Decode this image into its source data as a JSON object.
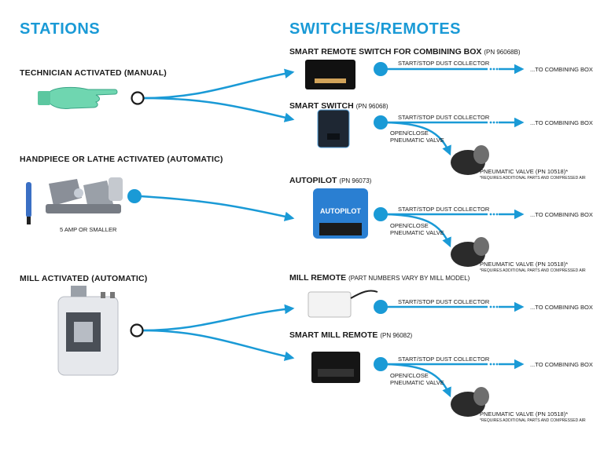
{
  "headings": {
    "stations": "STATIONS",
    "switches": "SWITCHES/REMOTES"
  },
  "stations": {
    "technician": "TECHNICIAN ACTIVATED (MANUAL)",
    "handpiece": "HANDPIECE OR LATHE ACTIVATED (AUTOMATIC)",
    "handpiece_note": "5 AMP OR SMALLER",
    "mill": "MILL ACTIVATED (AUTOMATIC)"
  },
  "switches": {
    "smart_remote": {
      "title": "SMART REMOTE SWITCH FOR COMBINING BOX",
      "pn": "(PN 96068B)"
    },
    "smart_switch": {
      "title": "SMART SWITCH",
      "pn": "(PN 96068)"
    },
    "autopilot": {
      "title": "AUTOPILOT",
      "pn": "(PN 96073)",
      "device_label": "AUTOPILOT"
    },
    "mill_remote": {
      "title": "MILL REMOTE",
      "pn": "(PART NUMBERS VARY BY MILL MODEL)"
    },
    "smart_mill_remote": {
      "title": "SMART MILL REMOTE",
      "pn": "(PN 96082)"
    }
  },
  "flow": {
    "start_stop": "START/STOP DUST COLLECTOR",
    "to_combining": "...TO COMBINING BOX",
    "open_close_1": "OPEN/CLOSE",
    "open_close_2": "PNEUMATIC VALVE",
    "valve": "PNEUMATIC VALVE (PN 10518)*",
    "valve_note": "*REQUIRES ADDITIONAL PARTS AND COMPRESSED AIR"
  },
  "colors": {
    "accent": "#1a9ad6",
    "dark": "#1a1a1a"
  }
}
